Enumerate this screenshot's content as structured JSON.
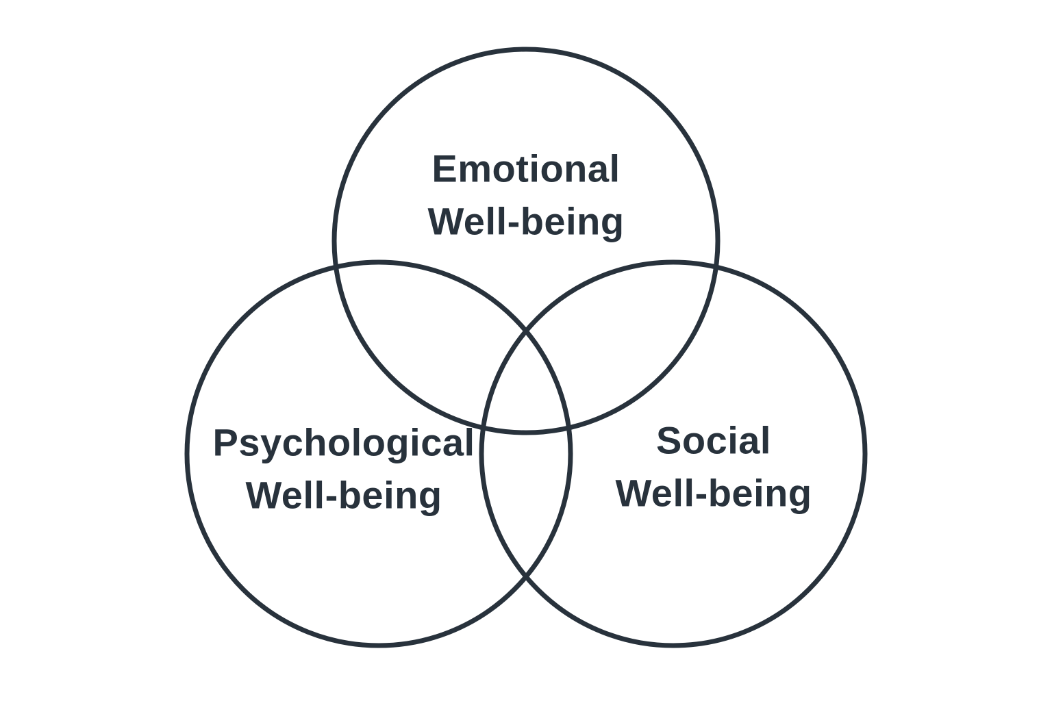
{
  "diagram": {
    "type": "venn",
    "background_color": "#ffffff",
    "circle_stroke_color": "#28323c",
    "text_color": "#28323c",
    "circles": [
      {
        "id": "emotional",
        "position": "top",
        "label": "Emotional Well-being",
        "line1": "Emotional",
        "line2": "Well-being"
      },
      {
        "id": "psychological",
        "position": "bottom-left",
        "label": "Psychological Well-being",
        "line1": "Psychological",
        "line2": "Well-being"
      },
      {
        "id": "social",
        "position": "bottom-right",
        "label": "Social Well-being",
        "line1": "Social",
        "line2": "Well-being"
      }
    ]
  }
}
